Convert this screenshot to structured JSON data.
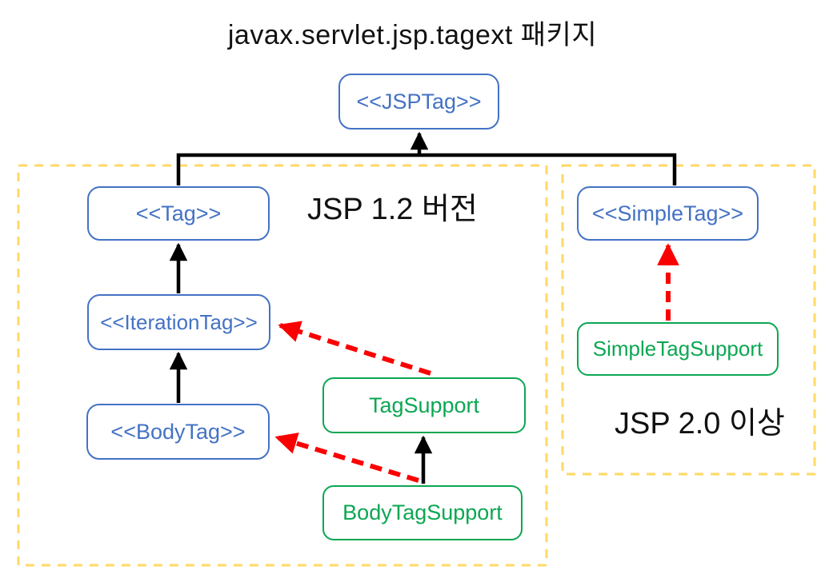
{
  "title": "javax.servlet.jsp.tagext 패키지",
  "groups": {
    "jsp12": {
      "label": "JSP 1.2 버전"
    },
    "jsp20": {
      "label": "JSP 2.0 이상"
    }
  },
  "nodes": {
    "jsptag": {
      "label": "<<JSPTag>>",
      "kind": "interface"
    },
    "tag": {
      "label": "<<Tag>>",
      "kind": "interface"
    },
    "iterationtag": {
      "label": "<<IterationTag>>",
      "kind": "interface"
    },
    "bodytag": {
      "label": "<<BodyTag>>",
      "kind": "interface"
    },
    "simpletag": {
      "label": "<<SimpleTag>>",
      "kind": "interface"
    },
    "tagsupport": {
      "label": "TagSupport",
      "kind": "class"
    },
    "bodytagsupport": {
      "label": "BodyTagSupport",
      "kind": "class"
    },
    "simpletagsupport": {
      "label": "SimpleTagSupport",
      "kind": "class"
    }
  },
  "edges": [
    {
      "from": "Tag",
      "to": "JSPTag",
      "relation": "extends",
      "style": "solid-black-arrow"
    },
    {
      "from": "SimpleTag",
      "to": "JSPTag",
      "relation": "extends",
      "style": "solid-black-arrow"
    },
    {
      "from": "IterationTag",
      "to": "Tag",
      "relation": "extends",
      "style": "solid-black-arrow"
    },
    {
      "from": "BodyTag",
      "to": "IterationTag",
      "relation": "extends",
      "style": "solid-black-arrow"
    },
    {
      "from": "BodyTagSupport",
      "to": "TagSupport",
      "relation": "extends",
      "style": "solid-black-arrow"
    },
    {
      "from": "TagSupport",
      "to": "IterationTag",
      "relation": "implements",
      "style": "dashed-red-arrow"
    },
    {
      "from": "BodyTagSupport",
      "to": "BodyTag",
      "relation": "implements",
      "style": "dashed-red-arrow"
    },
    {
      "from": "SimpleTagSupport",
      "to": "SimpleTag",
      "relation": "implements",
      "style": "dashed-red-arrow"
    }
  ],
  "colors": {
    "interface_border": "#4472C4",
    "class_border": "#0CA752",
    "group_dash": "#FFD966",
    "solid_arrow": "#000000",
    "dashed_arrow": "#FB0000",
    "text": "#111111",
    "background": "#FFFFFF"
  }
}
